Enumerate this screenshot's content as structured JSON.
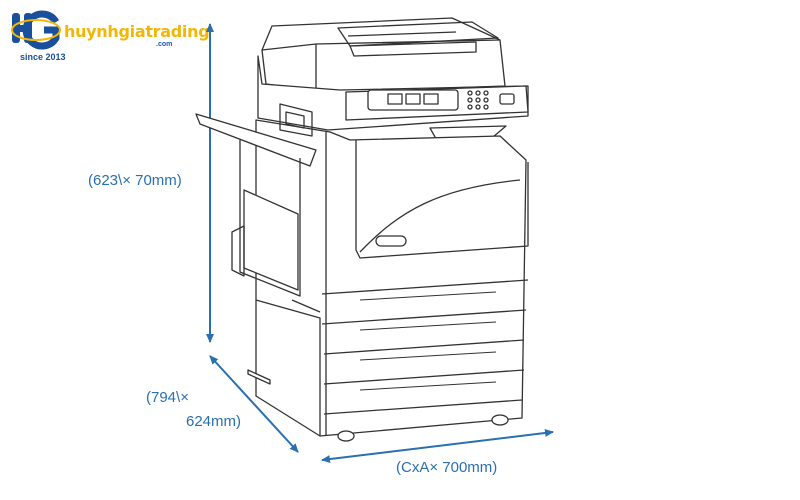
{
  "logo": {
    "name": "huynhgiatrading",
    "dotcom": ".com",
    "since": "since 2013",
    "colors": {
      "primary": "#1a4f9c",
      "accent": "#f2b705"
    }
  },
  "dimensions": {
    "height_label": "(623\\× 70mm)",
    "depth_label_line1": "(794\\×",
    "depth_label_line2": "624mm)",
    "width_label": "(CxA× 700mm)"
  },
  "colors": {
    "dimension_line": "#2a6fb0",
    "drawing_line": "#333333"
  }
}
